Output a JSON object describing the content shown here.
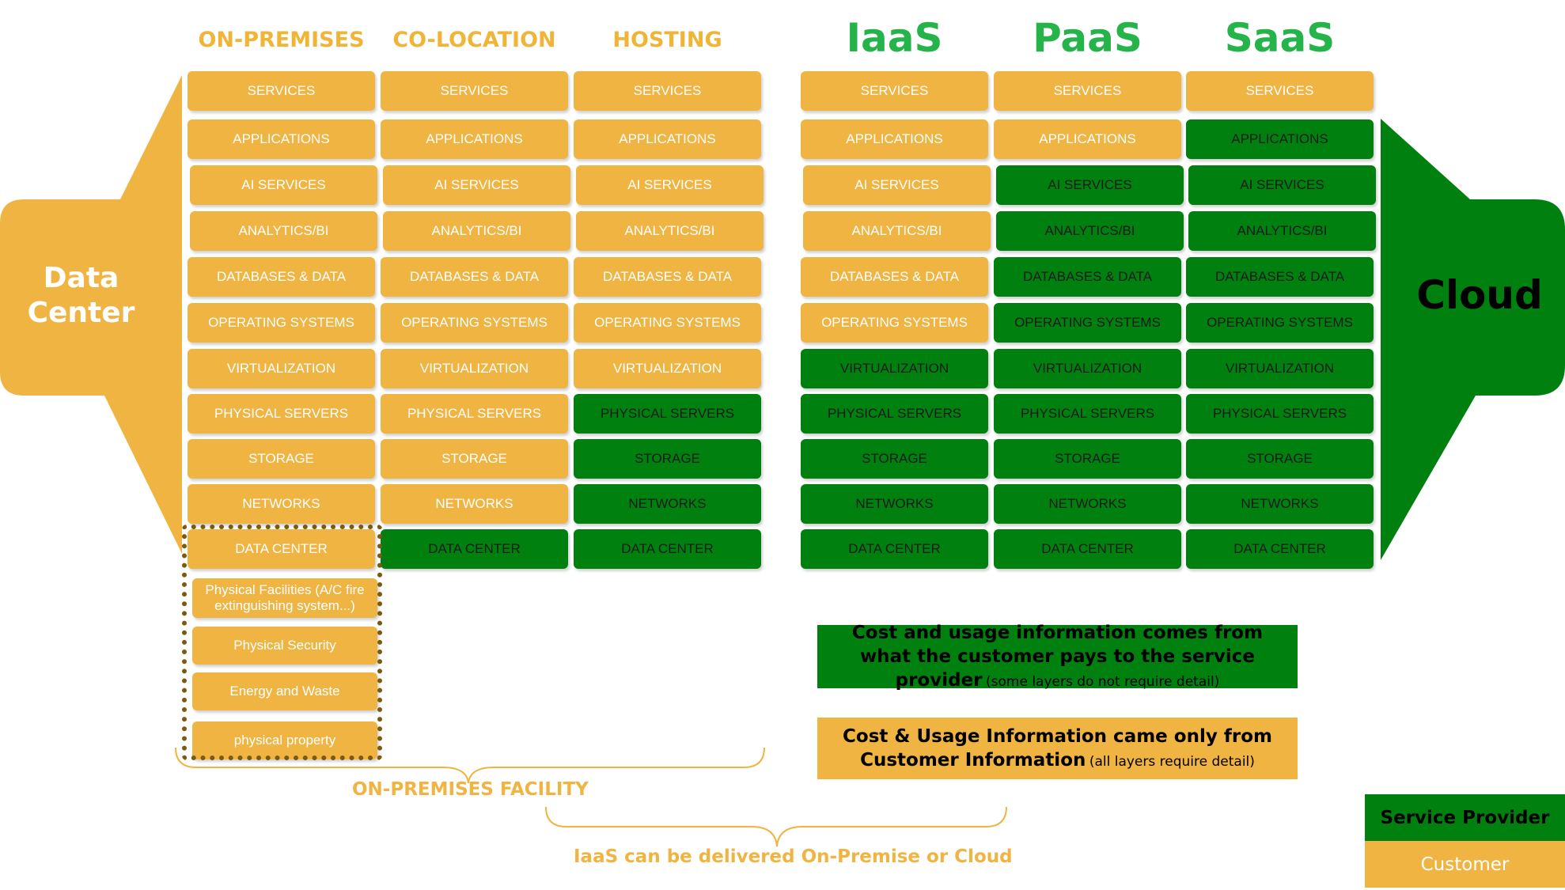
{
  "headers": {
    "on_premises": "ON-PREMISES",
    "co_location": "CO-LOCATION",
    "hosting": "HOSTING",
    "iaas": "IaaS",
    "paas": "PaaS",
    "saas": "SaaS"
  },
  "side_labels": {
    "data_center": "Data Center",
    "cloud": "Cloud"
  },
  "layers": [
    "SERVICES",
    "APPLICATIONS",
    "AI SERVICES",
    "ANALYTICS/BI",
    "DATABASES & DATA",
    "OPERATING SYSTEMS",
    "VIRTUALIZATION",
    "PHYSICAL SERVERS",
    "STORAGE",
    "NETWORKS",
    "DATA CENTER"
  ],
  "responsibility": {
    "on_premises": [
      "customer",
      "customer",
      "customer",
      "customer",
      "customer",
      "customer",
      "customer",
      "customer",
      "customer",
      "customer",
      "customer"
    ],
    "co_location": [
      "customer",
      "customer",
      "customer",
      "customer",
      "customer",
      "customer",
      "customer",
      "customer",
      "customer",
      "customer",
      "service_provider"
    ],
    "hosting": [
      "customer",
      "customer",
      "customer",
      "customer",
      "customer",
      "customer",
      "customer",
      "service_provider",
      "service_provider",
      "service_provider",
      "service_provider"
    ],
    "iaas": [
      "customer",
      "customer",
      "customer",
      "customer",
      "customer",
      "customer",
      "service_provider",
      "service_provider",
      "service_provider",
      "service_provider",
      "service_provider"
    ],
    "paas": [
      "customer",
      "customer",
      "service_provider",
      "service_provider",
      "service_provider",
      "service_provider",
      "service_provider",
      "service_provider",
      "service_provider",
      "service_provider",
      "service_provider"
    ],
    "saas": [
      "customer",
      "service_provider",
      "service_provider",
      "service_provider",
      "service_provider",
      "service_provider",
      "service_provider",
      "service_provider",
      "service_provider",
      "service_provider",
      "service_provider"
    ]
  },
  "facility_layers": [
    "Physical Facilities (A/C fire extinguishing system...)",
    "Physical Security",
    "Energy and Waste",
    "physical property"
  ],
  "brace_labels": {
    "on_premises_facility": "ON-PREMISES FACILITY",
    "iaas_note": "IaaS can be delivered On-Premise or Cloud"
  },
  "info_boxes": {
    "provider": {
      "main": "Cost and usage information comes from what the customer pays to the service provider",
      "note": "(some layers do not require detail)"
    },
    "customer": {
      "main": "Cost & Usage Information came only from Customer Information",
      "note": "(all layers require detail)"
    }
  },
  "legend": {
    "service_provider": "Service Provider",
    "customer": "Customer"
  },
  "colors": {
    "customer": "#f0b442",
    "service_provider": "#00800f",
    "header_orange": "#f0b537",
    "header_green": "#25b44a"
  }
}
